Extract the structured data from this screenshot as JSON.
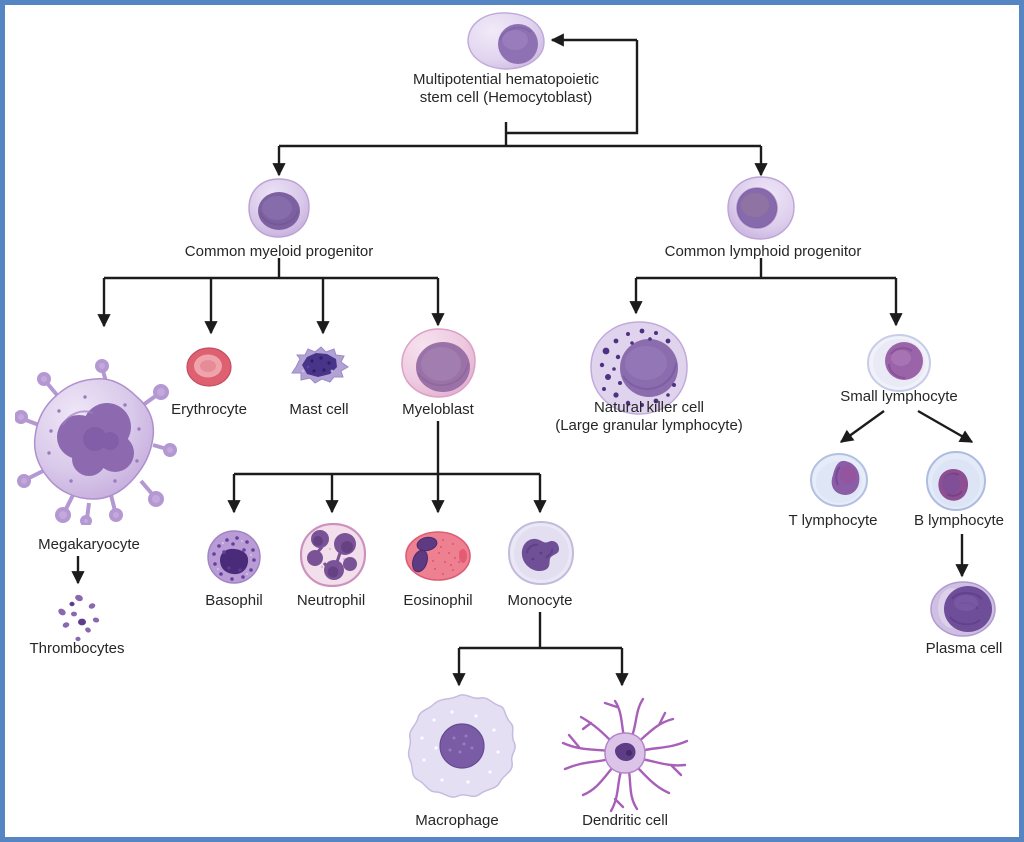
{
  "diagram_type": "hematopoiesis lineage flowchart",
  "nodes": {
    "stem": {
      "label_line1": "Multipotential hematopoietic",
      "label_line2": "stem cell (Hemocytoblast)"
    },
    "myeloid_progenitor": {
      "label": "Common myeloid progenitor"
    },
    "lymphoid_progenitor": {
      "label": "Common lymphoid progenitor"
    },
    "megakaryocyte": {
      "label": "Megakaryocyte"
    },
    "thrombocytes": {
      "label": "Thrombocytes"
    },
    "erythrocyte": {
      "label": "Erythrocyte"
    },
    "mast_cell": {
      "label": "Mast cell"
    },
    "myeloblast": {
      "label": "Myeloblast"
    },
    "basophil": {
      "label": "Basophil"
    },
    "neutrophil": {
      "label": "Neutrophil"
    },
    "eosinophil": {
      "label": "Eosinophil"
    },
    "monocyte": {
      "label": "Monocyte"
    },
    "macrophage": {
      "label": "Macrophage"
    },
    "dendritic_cell": {
      "label": "Dendritic cell"
    },
    "natural_killer": {
      "label_line1": "Natural killer cell",
      "label_line2": "(Large granular lymphocyte)"
    },
    "small_lymphocyte": {
      "label": "Small lymphocyte"
    },
    "t_lymphocyte": {
      "label": "T lymphocyte"
    },
    "b_lymphocyte": {
      "label": "B lymphocyte"
    },
    "plasma_cell": {
      "label": "Plasma cell"
    }
  },
  "lineage": [
    {
      "from": "stem",
      "to": "stem",
      "note": "self-renewal loop arrow"
    },
    {
      "from": "stem",
      "to": "myeloid_progenitor"
    },
    {
      "from": "stem",
      "to": "lymphoid_progenitor"
    },
    {
      "from": "myeloid_progenitor",
      "to": "megakaryocyte"
    },
    {
      "from": "myeloid_progenitor",
      "to": "erythrocyte"
    },
    {
      "from": "myeloid_progenitor",
      "to": "mast_cell"
    },
    {
      "from": "myeloid_progenitor",
      "to": "myeloblast"
    },
    {
      "from": "megakaryocyte",
      "to": "thrombocytes"
    },
    {
      "from": "myeloblast",
      "to": "basophil"
    },
    {
      "from": "myeloblast",
      "to": "neutrophil"
    },
    {
      "from": "myeloblast",
      "to": "eosinophil"
    },
    {
      "from": "myeloblast",
      "to": "monocyte"
    },
    {
      "from": "monocyte",
      "to": "macrophage"
    },
    {
      "from": "monocyte",
      "to": "dendritic_cell"
    },
    {
      "from": "lymphoid_progenitor",
      "to": "natural_killer"
    },
    {
      "from": "lymphoid_progenitor",
      "to": "small_lymphocyte"
    },
    {
      "from": "small_lymphocyte",
      "to": "t_lymphocyte"
    },
    {
      "from": "small_lymphocyte",
      "to": "b_lymphocyte"
    },
    {
      "from": "b_lymphocyte",
      "to": "plasma_cell"
    }
  ],
  "colors": {
    "frame_border": "#5585c2",
    "background": "#ffffff",
    "connector": "#1c1c1c",
    "text": "#262626",
    "cell_lavender": "#ddcfec",
    "nucleus_purple": "#7d5fa0",
    "erythrocyte_red": "#dd6170",
    "eosinophil_pink": "#ee8191",
    "mast_indigo": "#483489",
    "dendrite_magenta": "#a85fb8"
  }
}
